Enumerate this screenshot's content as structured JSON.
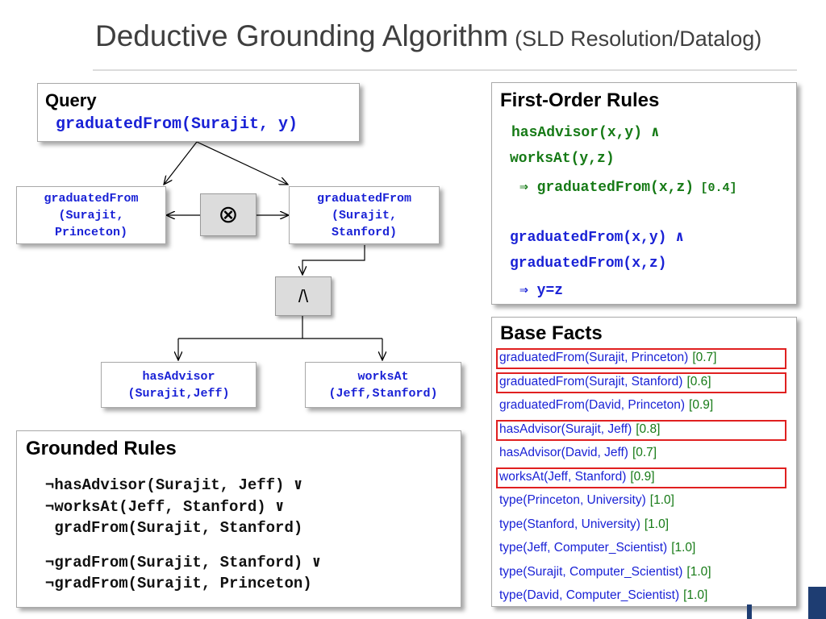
{
  "title": {
    "main": "Deductive Grounding Algorithm",
    "sub": "(SLD Resolution/Datalog)"
  },
  "query": {
    "header": "Query",
    "text": "graduatedFrom(Surajit, y)"
  },
  "nodes": {
    "left": [
      "graduatedFrom",
      "(Surajit,",
      "Princeton)"
    ],
    "right": [
      "graduatedFrom",
      "(Surajit,",
      "Stanford)"
    ],
    "xor_symbol": "⊗",
    "and_symbol": "/\\",
    "advisor": [
      "hasAdvisor",
      "(Surajit,Jeff)"
    ],
    "works": [
      "worksAt",
      "(Jeff,Stanford)"
    ]
  },
  "grounded_rules": {
    "header": "Grounded Rules",
    "lines": [
      "¬hasAdvisor(Surajit, Jeff) ∨",
      "¬worksAt(Jeff, Stanford) ∨",
      " gradFrom(Surajit, Stanford)",
      "¬gradFrom(Surajit, Stanford) ∨",
      "¬gradFrom(Surajit, Princeton)"
    ]
  },
  "first_order_rules": {
    "header": "First-Order Rules",
    "rule1": [
      "hasAdvisor(x,y) ∧",
      "worksAt(y,z)",
      "⇒ graduatedFrom(x,z)"
    ],
    "rule1_weight": "[0.4]",
    "rule2": [
      "graduatedFrom(x,y) ∧",
      "graduatedFrom(x,z)",
      "⇒ y=z"
    ]
  },
  "base_facts": {
    "header": "Base Facts",
    "items": [
      {
        "fact": "graduatedFrom(Surajit, Princeton)",
        "prob": "[0.7]",
        "highlight": true
      },
      {
        "fact": "graduatedFrom(Surajit, Stanford)",
        "prob": "[0.6]",
        "highlight": true
      },
      {
        "fact": "graduatedFrom(David, Princeton)",
        "prob": "[0.9]",
        "highlight": false
      },
      {
        "fact": "hasAdvisor(Surajit, Jeff)",
        "prob": "[0.8]",
        "highlight": true
      },
      {
        "fact": "hasAdvisor(David, Jeff)",
        "prob": "[0.7]",
        "highlight": false
      },
      {
        "fact": "worksAt(Jeff, Stanford)",
        "prob": "[0.9]",
        "highlight": true
      },
      {
        "fact": "type(Princeton, University)",
        "prob": "[1.0]",
        "highlight": false
      },
      {
        "fact": "type(Stanford, University)",
        "prob": "[1.0]",
        "highlight": false
      },
      {
        "fact": "type(Jeff, Computer_Scientist)",
        "prob": "[1.0]",
        "highlight": false
      },
      {
        "fact": "type(Surajit, Computer_Scientist)",
        "prob": "[1.0]",
        "highlight": false
      },
      {
        "fact": "type(David, Computer_Scientist)",
        "prob": "[1.0]",
        "highlight": false
      }
    ]
  },
  "colors": {
    "mono_text": "#1a22d6",
    "prob_text": "#167a16",
    "highlight": "#e02020"
  }
}
